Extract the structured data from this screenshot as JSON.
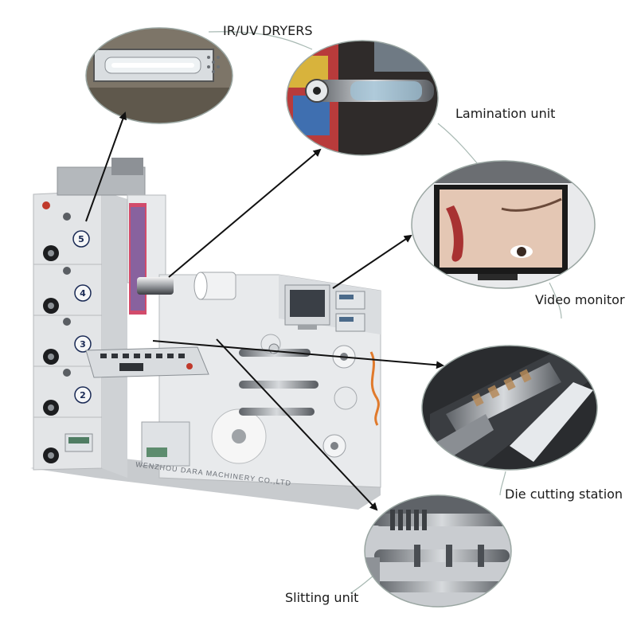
{
  "labels": {
    "dryers": "IR/UV DRYERS",
    "lamination": "Lamination unit",
    "video": "Video monitor",
    "die_cutting": "Die cutting station",
    "slitting": "Slitting unit"
  },
  "stations": [
    "5",
    "4",
    "3",
    "2"
  ],
  "manufacturer": "WENZHOU DARA MACHINERY CO.,LTD",
  "colors": {
    "machine_body": "#e6e8ea",
    "pointer_arrow": "#111111",
    "connector_line": "#a8b9b3",
    "monitor_bezel": "#1c1c1c"
  }
}
